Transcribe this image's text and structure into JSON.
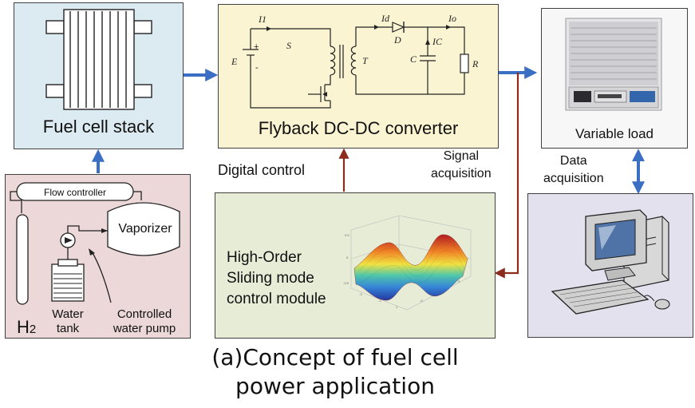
{
  "fuel_cell": {
    "label": "Fuel cell stack"
  },
  "converter": {
    "label": "Flyback DC-DC converter",
    "symbols": {
      "i1": "I1",
      "id": "Id",
      "io": "Io",
      "ic": "IC",
      "e": "E",
      "s": "S",
      "t": "T",
      "d": "D",
      "c": "C",
      "r": "R",
      "plus": "+",
      "minus": "-"
    }
  },
  "variable_load": {
    "label": "Variable load"
  },
  "supply": {
    "flow_controller": "Flow controller",
    "vaporizer": "Vaporizer",
    "h2": "H",
    "h2_sub": "2",
    "water_tank_1": "Water",
    "water_tank_2": "tank",
    "pump_1": "Controlled",
    "pump_2": "water pump"
  },
  "controller": {
    "line1": "High-Order",
    "line2": "Sliding mode",
    "line3": "control module"
  },
  "signals": {
    "digital_control": "Digital control",
    "signal_acq_1": "Signal",
    "signal_acq_2": "acquisition",
    "data_acq_1": "Data",
    "data_acq_2": "acquisition"
  },
  "caption": {
    "line1": "(a)Concept of fuel cell",
    "line2": "power application"
  },
  "colors": {
    "fuel_cell_bg": "#dcebf2",
    "converter_bg": "#fbf4d2",
    "load_bg": "#f7f7f7",
    "supply_bg": "#ecd8d8",
    "controller_bg": "#e6ecd6",
    "computer_bg": "#e3e1ee",
    "blue_arrow": "#3a6fc4",
    "red_arrow": "#8b2c1f"
  }
}
